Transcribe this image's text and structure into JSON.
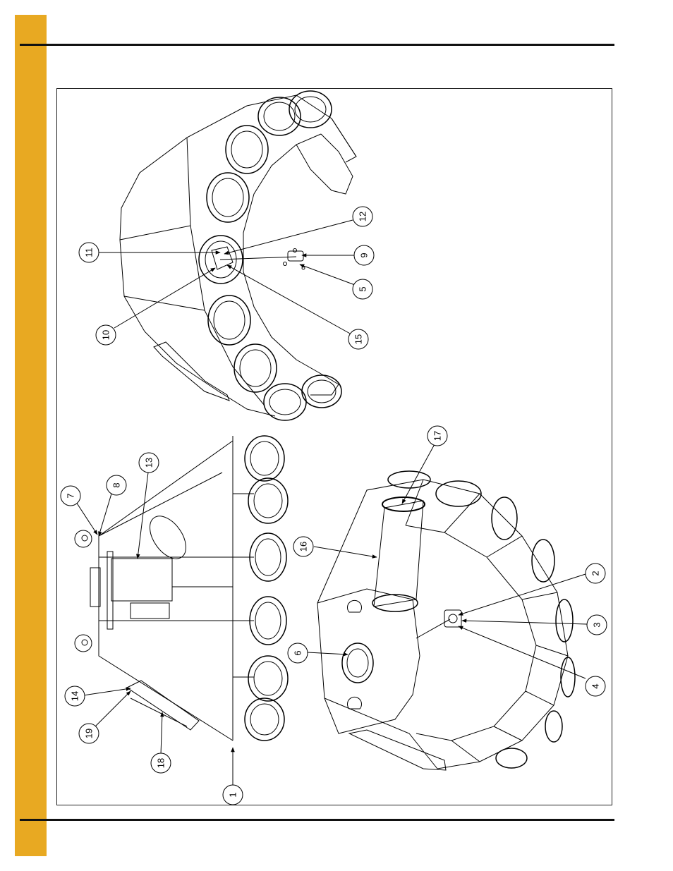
{
  "colors": {
    "accent_band": "#e8a922",
    "rule": "#111111",
    "line": "#000000"
  },
  "callouts": [
    {
      "label": "11"
    },
    {
      "label": "12"
    },
    {
      "label": "9"
    },
    {
      "label": "5"
    },
    {
      "label": "15"
    },
    {
      "label": "10"
    },
    {
      "label": "7"
    },
    {
      "label": "8"
    },
    {
      "label": "13"
    },
    {
      "label": "14"
    },
    {
      "label": "19"
    },
    {
      "label": "18"
    },
    {
      "label": "1"
    },
    {
      "label": "17"
    },
    {
      "label": "16"
    },
    {
      "label": "2"
    },
    {
      "label": "3"
    },
    {
      "label": "4"
    },
    {
      "label": "6"
    }
  ]
}
